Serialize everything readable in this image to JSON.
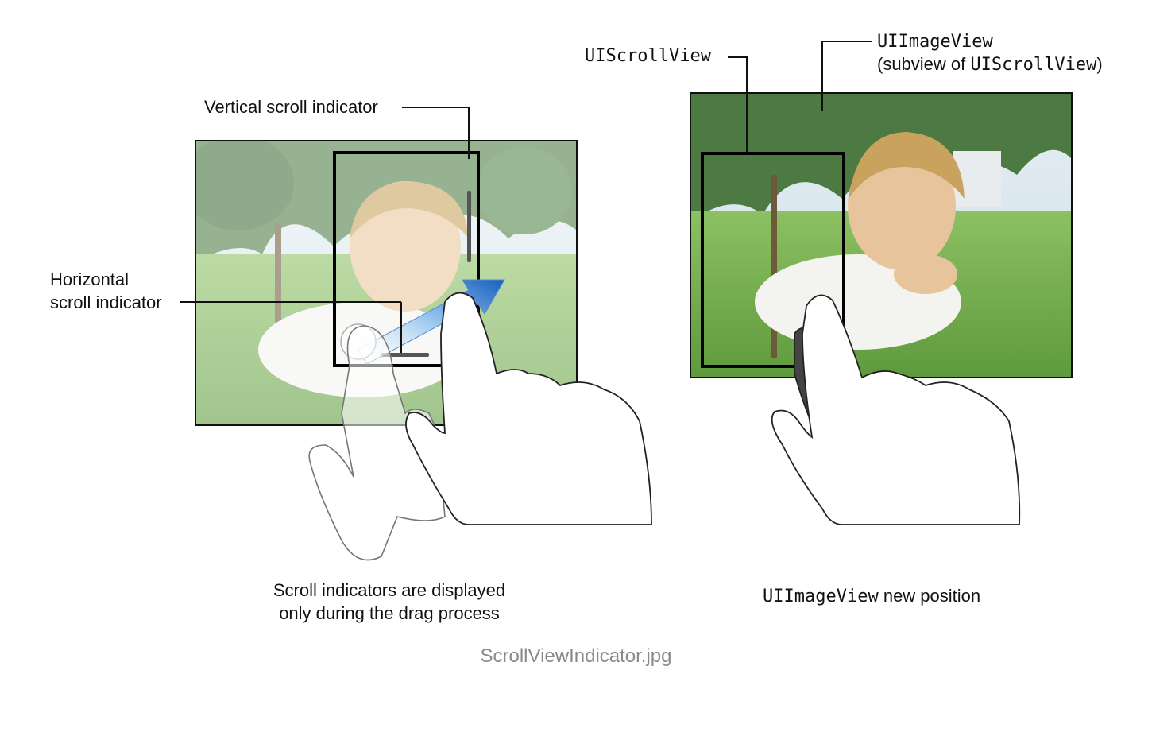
{
  "left_panel": {
    "vertical_label": "Vertical scroll indicator",
    "horizontal_label_line1": "Horizontal",
    "horizontal_label_line2": "scroll indicator",
    "caption_line1": "Scroll indicators are displayed",
    "caption_line2": "only during the drag process"
  },
  "right_panel": {
    "scrollview_label": "UIScrollView",
    "imageview_label_line1": "UIImageView",
    "imageview_label_line2_prefix": "(subview of ",
    "imageview_label_line2_code": "UIScrollView",
    "imageview_label_line2_suffix": ")",
    "caption_code": "UIImageView",
    "caption_text": "new position"
  },
  "file_caption": "ScrollViewIndicator.jpg",
  "colors": {
    "sky": "#dbe9f0",
    "trees": "#4f7d45",
    "grass": "#74ad4d",
    "arrow": "#1e73c9",
    "caption": "#8a8a8a"
  }
}
